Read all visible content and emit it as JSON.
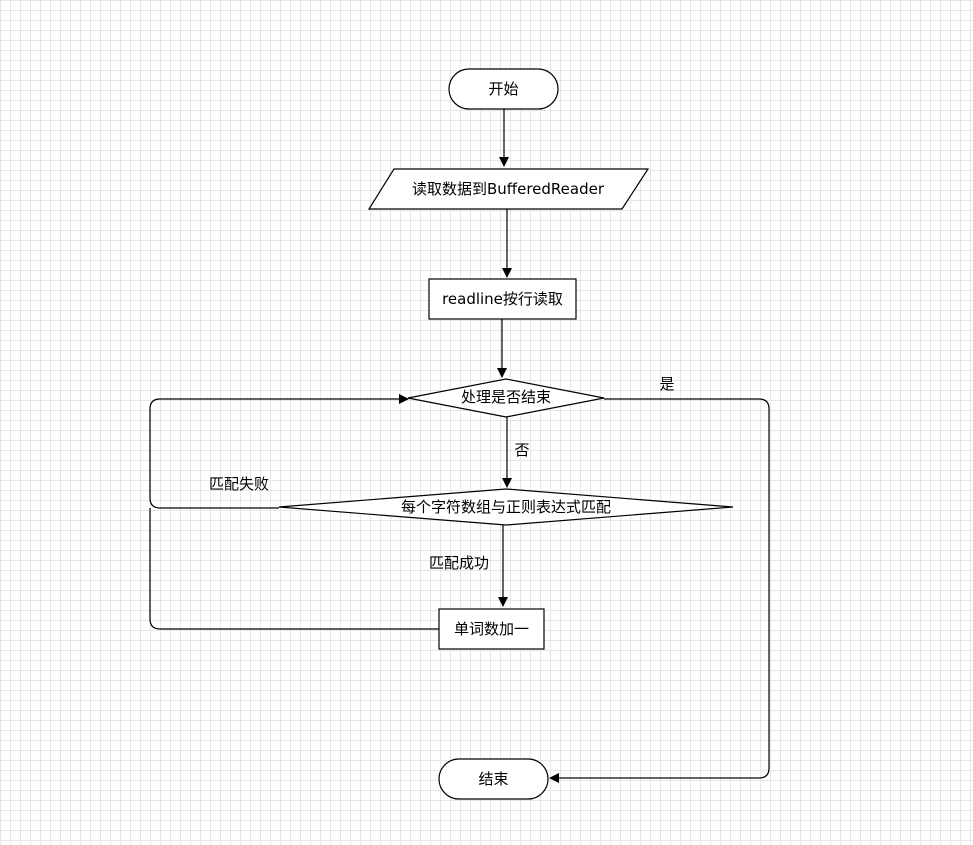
{
  "nodes": {
    "start": "开始",
    "read_data": "读取数据到BufferedReader",
    "readline": "readline按行读取",
    "check_done": "处理是否结束",
    "match_regex": "每个字符数组与正则表达式匹配",
    "word_count": "单词数加一",
    "end": "结束"
  },
  "edges": {
    "yes": "是",
    "no": "否",
    "match_fail": "匹配失败",
    "match_success": "匹配成功"
  }
}
